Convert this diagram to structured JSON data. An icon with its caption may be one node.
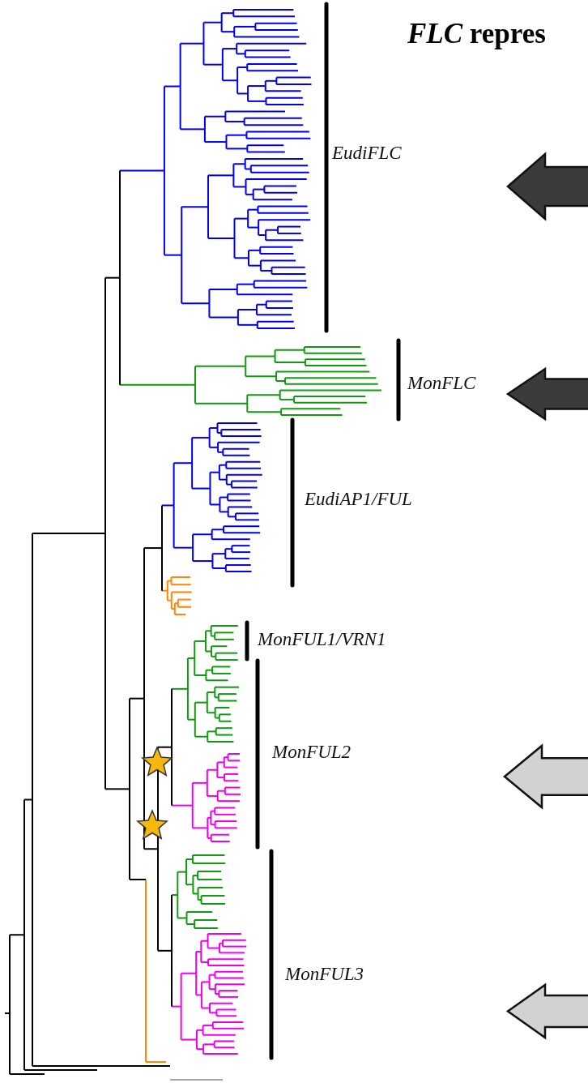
{
  "diagram": {
    "title": "*FLC* repres",
    "labels": [
      "EudiFLC",
      "MonFLC",
      "EudiAP1/FUL",
      "MonFUL1/VRN1",
      "MonFUL2",
      "MonFUL3"
    ]
  }
}
